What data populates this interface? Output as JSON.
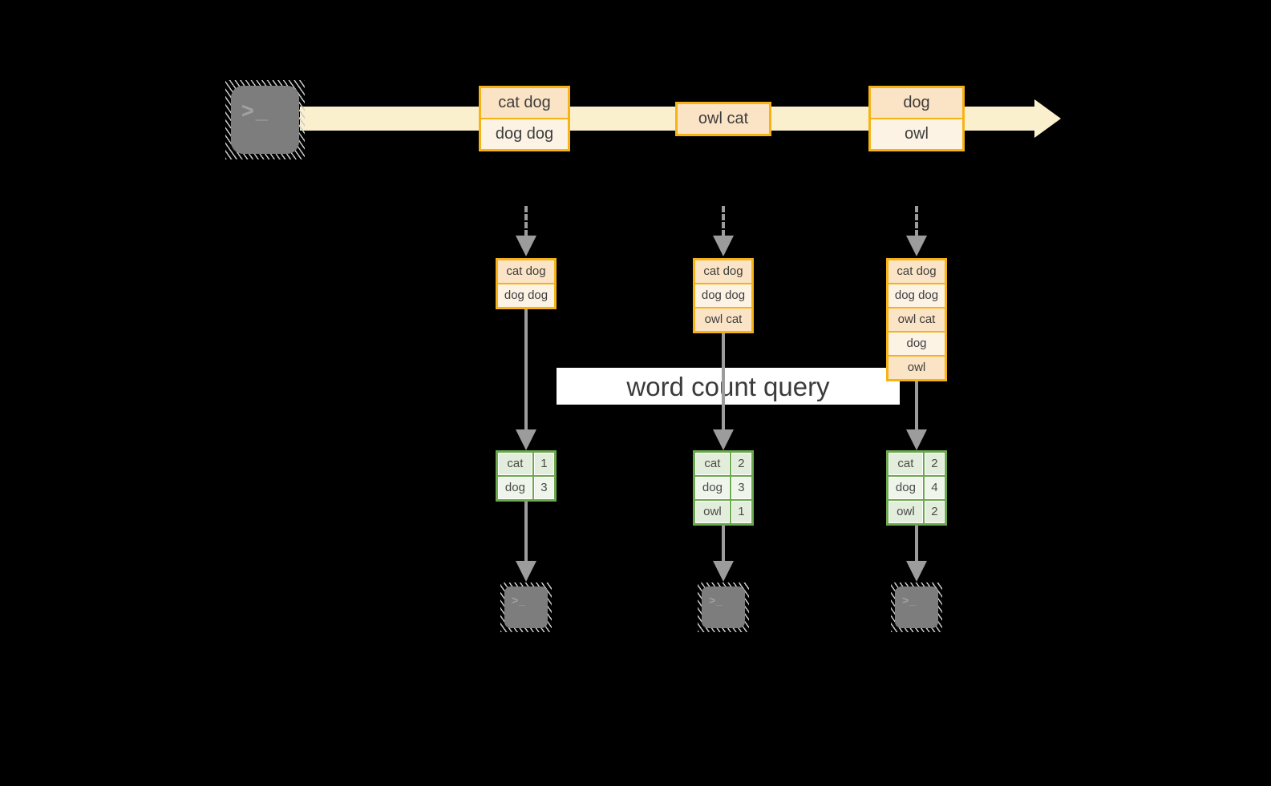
{
  "query_label": {
    "text": "word count query"
  },
  "icons": {
    "source": "terminal-icon",
    "sink": "terminal-icon",
    "prompt_glyph": ">_"
  },
  "colors": {
    "background": "#000000",
    "stream_band": "#FBF0CE",
    "event_border": "#F5B316",
    "event_fill_dark": "#FBE3C5",
    "event_fill_light": "#FDF3E5",
    "table_border": "#6CA84E",
    "table_fill_dark": "#E3EDDB",
    "table_fill_light": "#EFF5EB",
    "arrow_gray": "#9C9C9C",
    "terminal_gray": "#7D7D7D",
    "text": "#3D3D3D"
  },
  "stream": {
    "events": [
      {
        "rows": [
          "cat dog",
          "dog dog"
        ]
      },
      {
        "rows": [
          "owl cat"
        ]
      },
      {
        "rows": [
          "dog",
          "owl"
        ]
      }
    ]
  },
  "columns": [
    {
      "buffer": [
        "cat dog",
        "dog dog"
      ],
      "counts": [
        {
          "word": "cat",
          "count": "1"
        },
        {
          "word": "dog",
          "count": "3"
        }
      ]
    },
    {
      "buffer": [
        "cat dog",
        "dog dog",
        "owl cat"
      ],
      "counts": [
        {
          "word": "cat",
          "count": "2"
        },
        {
          "word": "dog",
          "count": "3"
        },
        {
          "word": "owl",
          "count": "1"
        }
      ]
    },
    {
      "buffer": [
        "cat dog",
        "dog dog",
        "owl cat",
        "dog",
        "owl"
      ],
      "counts": [
        {
          "word": "cat",
          "count": "2"
        },
        {
          "word": "dog",
          "count": "4"
        },
        {
          "word": "owl",
          "count": "2"
        }
      ]
    }
  ]
}
